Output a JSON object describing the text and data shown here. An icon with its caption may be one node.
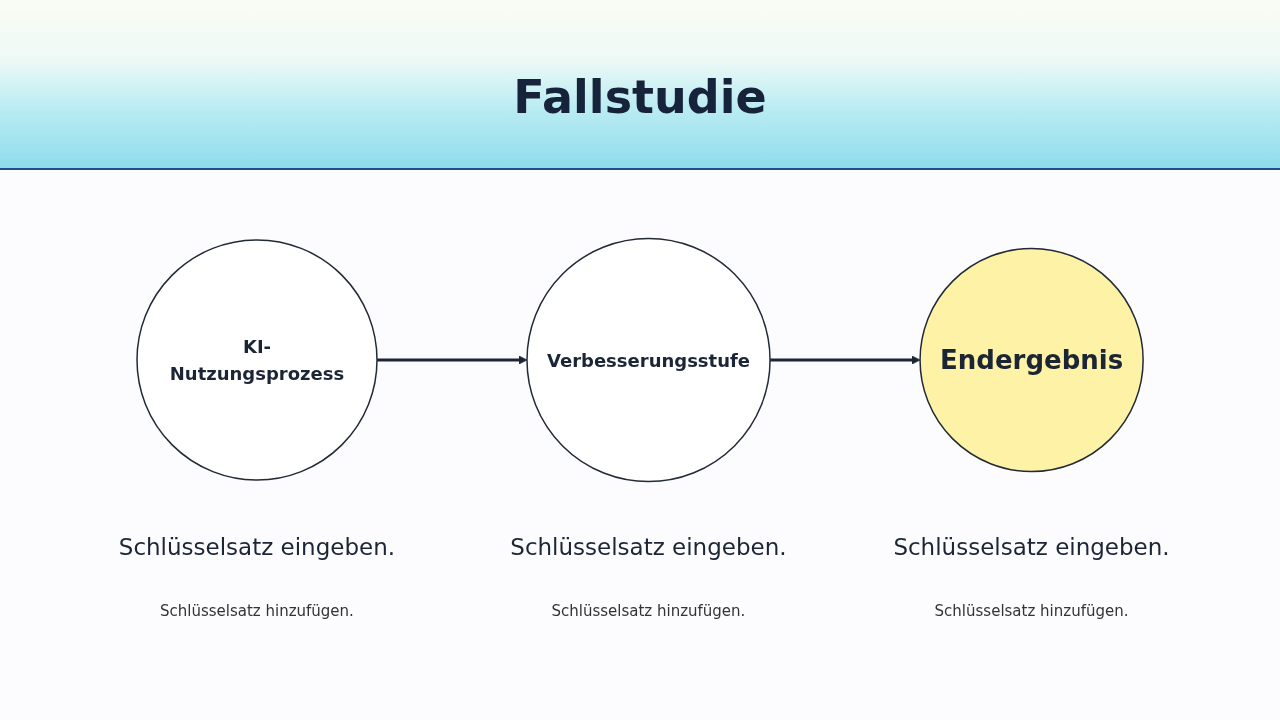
{
  "diagram": {
    "title": "Fallstudie",
    "nodes": [
      {
        "text": [
          "KI-Nutzungsprozess"
        ],
        "beside": [
          "Schlüsselsatz eingeben.",
          "Schlüsselsatz hinzufügen."
        ]
      },
      {
        "text": [
          "Verbesserungsstufe"
        ],
        "beside": [
          "Schlüsselsatz eingeben.",
          "Schlüsselsatz hinzufügen."
        ]
      },
      {
        "text": [
          "Endergebnis"
        ],
        "beside": [
          "Schlüsselsatz eingeben.",
          "Schlüsselsatz hinzufügen."
        ]
      }
    ],
    "edges": [
      {
        "from": 0,
        "to": 1,
        "arrow": "to"
      },
      {
        "from": 1,
        "to": 2,
        "arrow": "to"
      }
    ]
  }
}
